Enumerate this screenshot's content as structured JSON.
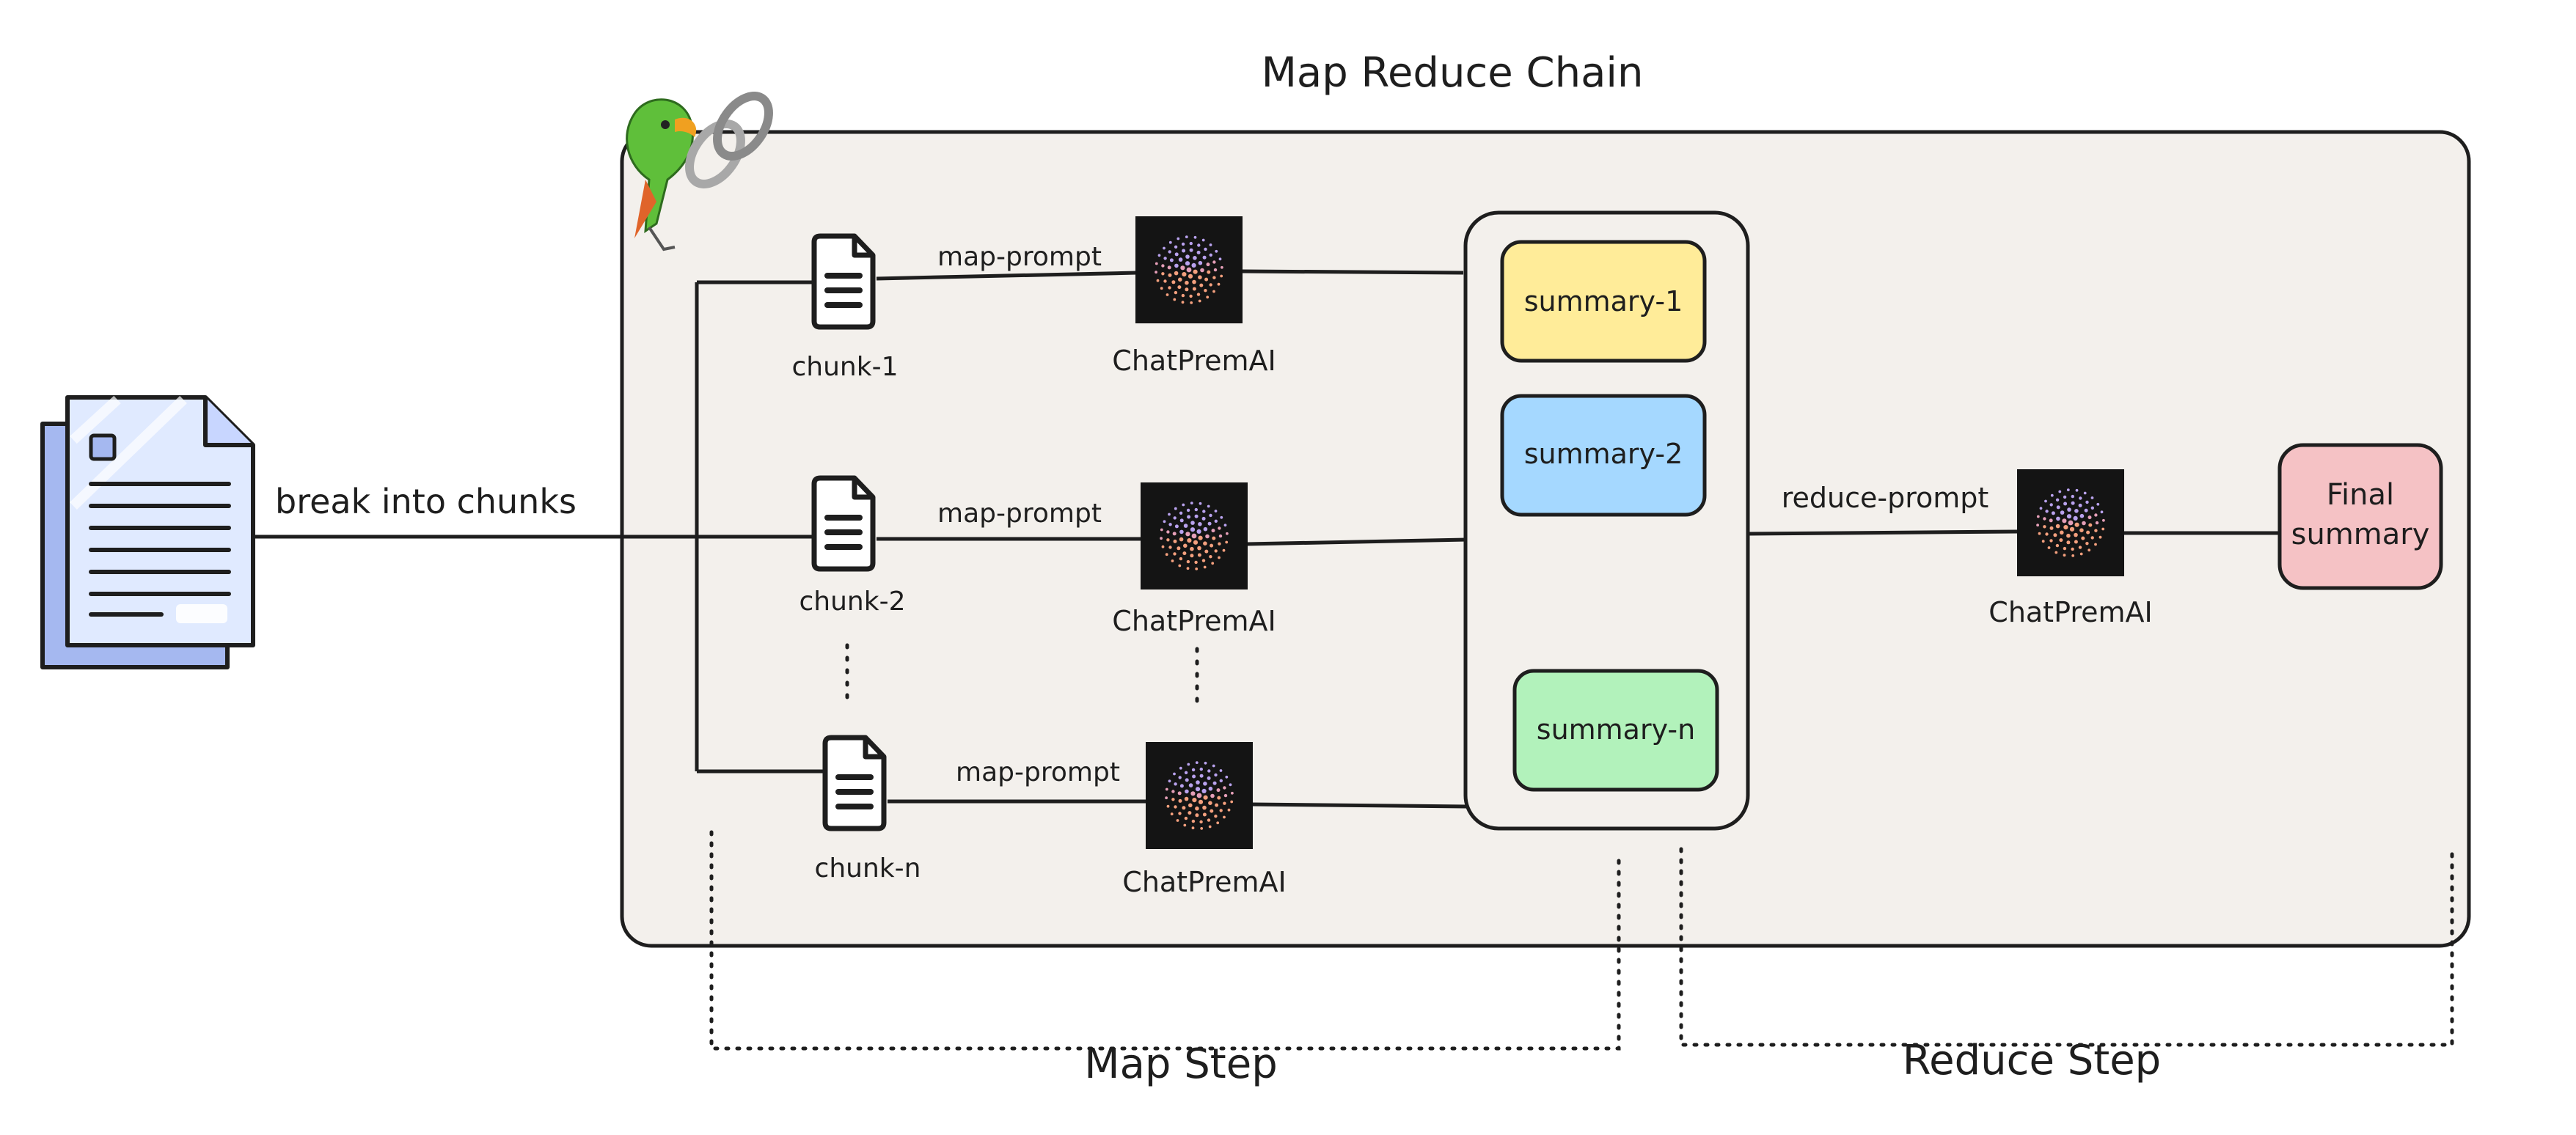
{
  "title": "Map Reduce Chain",
  "input_arrow_label": "break into chunks",
  "chunks": [
    {
      "label": "chunk-1",
      "prompt": "map-prompt",
      "model": "ChatPremAI"
    },
    {
      "label": "chunk-2",
      "prompt": "map-prompt",
      "model": "ChatPremAI"
    },
    {
      "label": "chunk-n",
      "prompt": "map-prompt",
      "model": "ChatPremAI"
    }
  ],
  "summaries": [
    {
      "label": "summary-1",
      "color": "#ffec99"
    },
    {
      "label": "summary-2",
      "color": "#a5d8ff"
    },
    {
      "label": "summary-n",
      "color": "#b2f2bb"
    }
  ],
  "reduce": {
    "prompt": "reduce-prompt",
    "model": "ChatPremAI"
  },
  "final": {
    "line1": "Final",
    "line2": "summary",
    "color": "#f5c2c5"
  },
  "steps": {
    "map": "Map Step",
    "reduce": "Reduce Step"
  },
  "colors": {
    "container_fill": "#f3f0ec",
    "stroke": "#1e1e1e",
    "logo_bg": "#141414"
  },
  "icons": [
    "document-stack-icon",
    "parrot-icon",
    "chain-link-icon",
    "file-icon",
    "premai-logo-icon"
  ]
}
